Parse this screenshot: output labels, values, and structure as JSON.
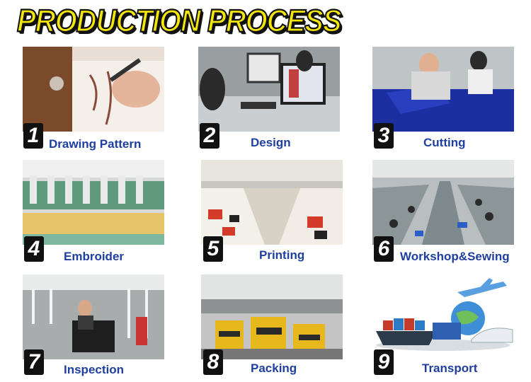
{
  "title": "PRODUCTION PROCESS",
  "steps": [
    {
      "number": "1",
      "label": "Drawing Pattern"
    },
    {
      "number": "2",
      "label": "Design"
    },
    {
      "number": "3",
      "label": "Cutting"
    },
    {
      "number": "4",
      "label": "Embroider"
    },
    {
      "number": "5",
      "label": "Printing"
    },
    {
      "number": "6",
      "label": "Workshop&Sewing"
    },
    {
      "number": "7",
      "label": "Inspection"
    },
    {
      "number": "8",
      "label": "Packing"
    },
    {
      "number": "9",
      "label": "Transport"
    }
  ],
  "colors": {
    "title_fill": "#f5e60a",
    "label": "#1f3f9f",
    "badge": "#111111"
  }
}
